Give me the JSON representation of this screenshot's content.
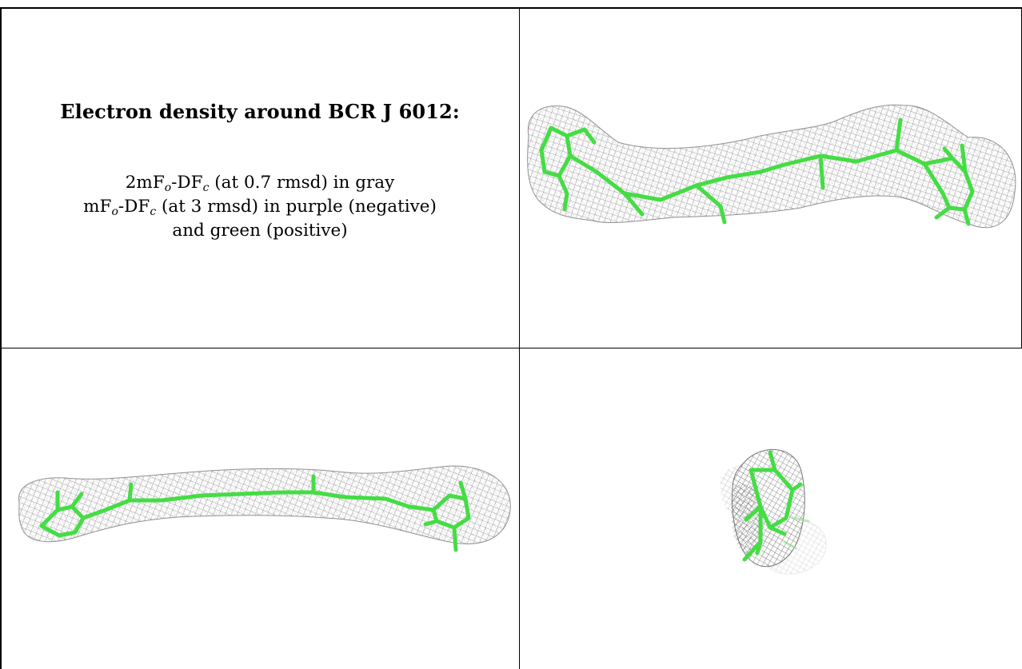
{
  "caption": {
    "title": "Electron density around BCR J 6012:",
    "line1": {
      "prefix": "2mF",
      "sub_o": "o",
      "mid": "-DF",
      "sub_c": "c",
      "suffix": " (at 0.7 rmsd) in gray"
    },
    "line2": {
      "prefix": "mF",
      "sub_o": "o",
      "mid": "-DF",
      "sub_c": "c",
      "suffix": " (at 3 rmsd) in purple (negative)"
    },
    "line3": "and green (positive)"
  },
  "colors": {
    "mesh": "#8a8a8a",
    "model": "#44dd44",
    "border": "#000000"
  },
  "panels": {
    "top_right": "density-view-side",
    "bottom_left": "density-view-top",
    "bottom_right": "density-view-end-on"
  }
}
